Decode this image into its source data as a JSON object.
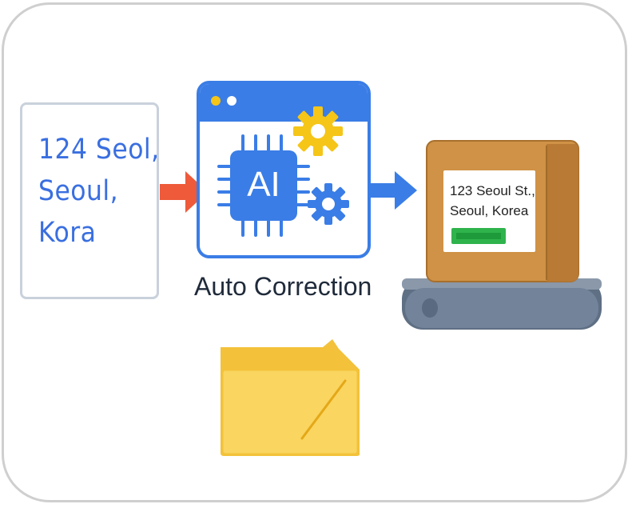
{
  "handwritten_address": {
    "lines": [
      "124 Seol,",
      "Seoul,",
      "Kora"
    ]
  },
  "ai_window": {
    "chip_label": "AI",
    "caption": "Auto Correction"
  },
  "parcel": {
    "address_lines": [
      "123 Seoul St.,",
      "Seoul, Korea"
    ]
  },
  "colors": {
    "primary_blue": "#3a7de6",
    "input_arrow": "#ee5a3a",
    "gear_yellow": "#f5c518",
    "box_brown": "#cf9246",
    "barcode_green": "#2fb34c",
    "conveyor_gray": "#6f7f94",
    "folder_yellow": "#fad560"
  },
  "icons": [
    "gear-icon",
    "gear-icon",
    "chip-icon",
    "arrow-right-icon",
    "folder-icon",
    "conveyor-icon",
    "package-icon"
  ]
}
